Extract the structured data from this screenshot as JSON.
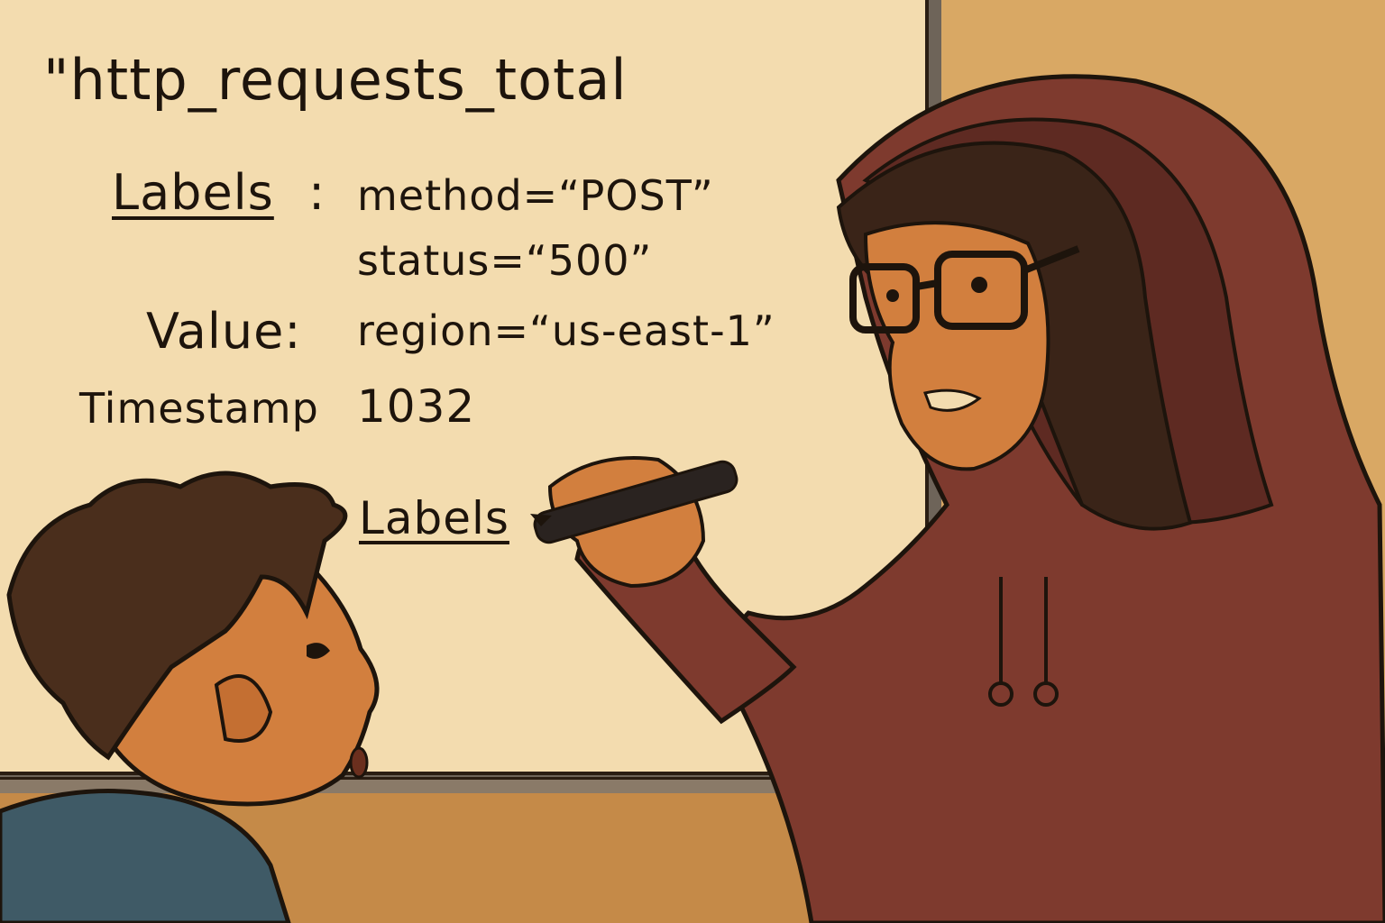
{
  "board": {
    "metric_name": "\"http_requests_total",
    "labels_heading": "Labels",
    "colon": ":",
    "label_method": "method=“POST”",
    "label_status": "status=“500”",
    "value_heading": "Value:",
    "label_region": "region=“us-east-1”",
    "timestamp_heading": "Timestamp",
    "timestamp_value": "1032",
    "labels_written": "Labels"
  },
  "colors": {
    "whiteboard": "#f3dcaf",
    "wall": "#d9a864",
    "hoodie": "#7e3a2e",
    "boy_hair": "#4a2e1c",
    "boy_shirt": "#3f5a66",
    "skin": "#d27f3e",
    "ink": "#1d140c"
  },
  "icons": [
    "marker-icon"
  ]
}
